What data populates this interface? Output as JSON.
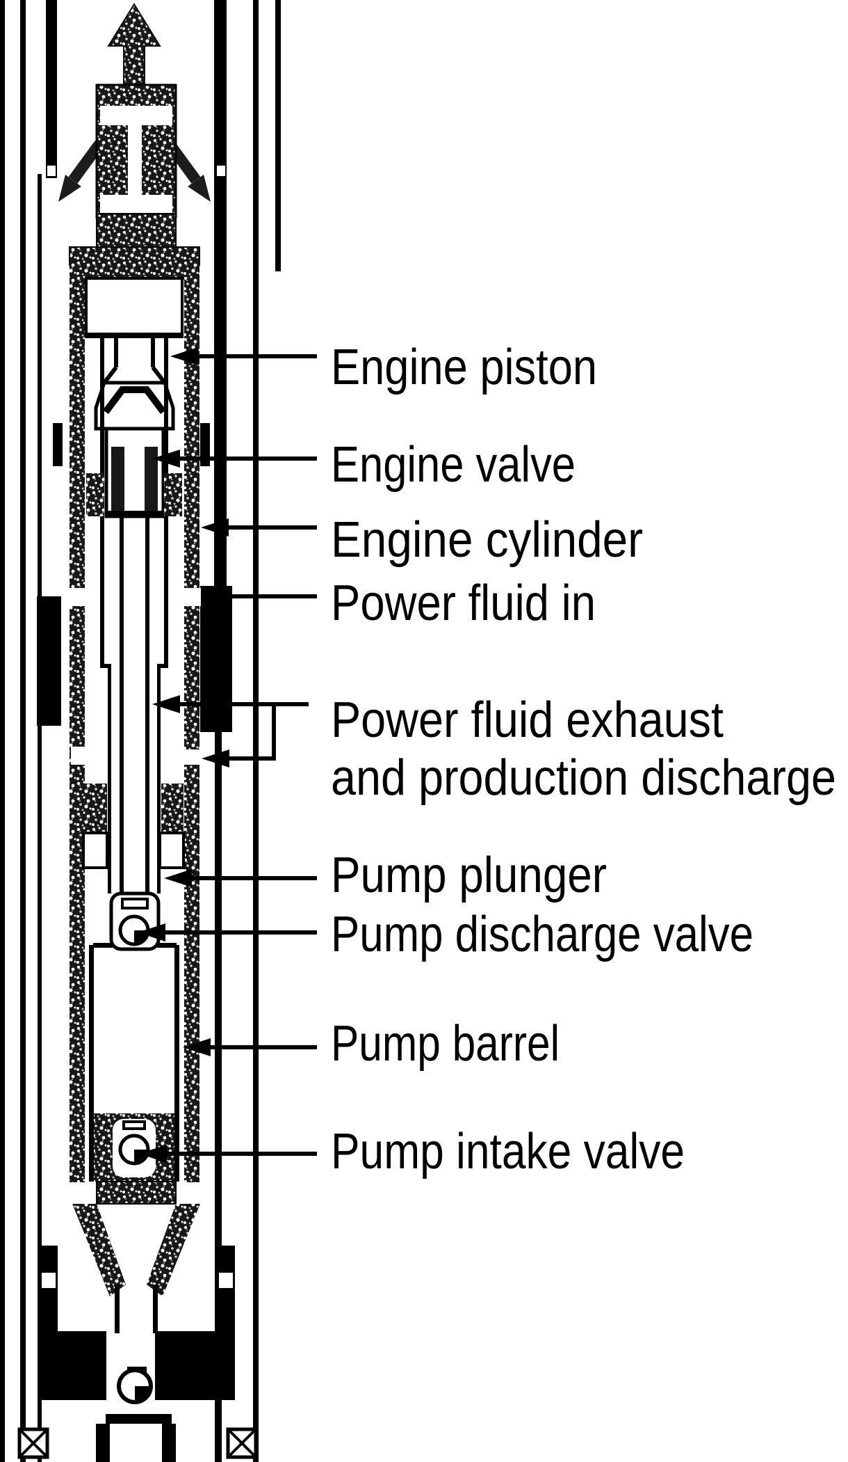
{
  "figure": {
    "kind": "cutaway technical diagram",
    "subject": "hydraulic subsurface pump inside well tubing and casing",
    "ink_color": "#000000",
    "background_color": "#ffffff"
  },
  "labels": [
    {
      "text": "Engine piston"
    },
    {
      "text": "Engine valve"
    },
    {
      "text": "Engine cylinder"
    },
    {
      "text": "Power fluid in"
    },
    {
      "line1": "Power fluid exhaust",
      "line2": "and production discharge"
    },
    {
      "text": "Pump plunger"
    },
    {
      "text": "Pump discharge valve"
    },
    {
      "text": "Pump barrel"
    },
    {
      "text": "Pump intake valve"
    }
  ]
}
